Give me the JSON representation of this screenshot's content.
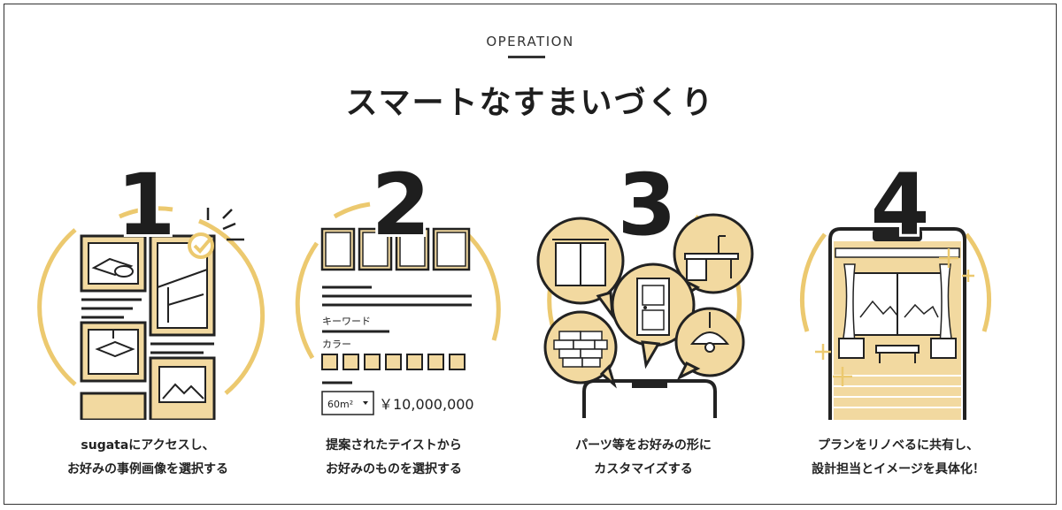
{
  "header": {
    "eyebrow": "OPERATION",
    "title": "スマートなすまいづくり"
  },
  "colors": {
    "accent": "#f2d9a0",
    "accent_line": "#ecc96f",
    "ink": "#222222"
  },
  "steps": [
    {
      "number": "1",
      "icon": "photo-gallery-select-icon",
      "caption": [
        "sugataにアクセスし、",
        "お好みの事例画像を選択する"
      ]
    },
    {
      "number": "2",
      "icon": "taste-search-form-icon",
      "caption": [
        "提案されたテイストから",
        "お好みのものを選択する"
      ],
      "form": {
        "keyword_label": "キーワード",
        "color_label": "カラー",
        "area_select": "60m²",
        "price": "￥10,000,000"
      }
    },
    {
      "number": "3",
      "icon": "parts-customize-icon",
      "caption": [
        "パーツ等をお好みの形に",
        "カスタマイズする"
      ]
    },
    {
      "number": "4",
      "icon": "plan-visualize-icon",
      "caption": [
        "プランをリノベるに共有し、",
        "設計担当とイメージを具体化！"
      ]
    }
  ]
}
